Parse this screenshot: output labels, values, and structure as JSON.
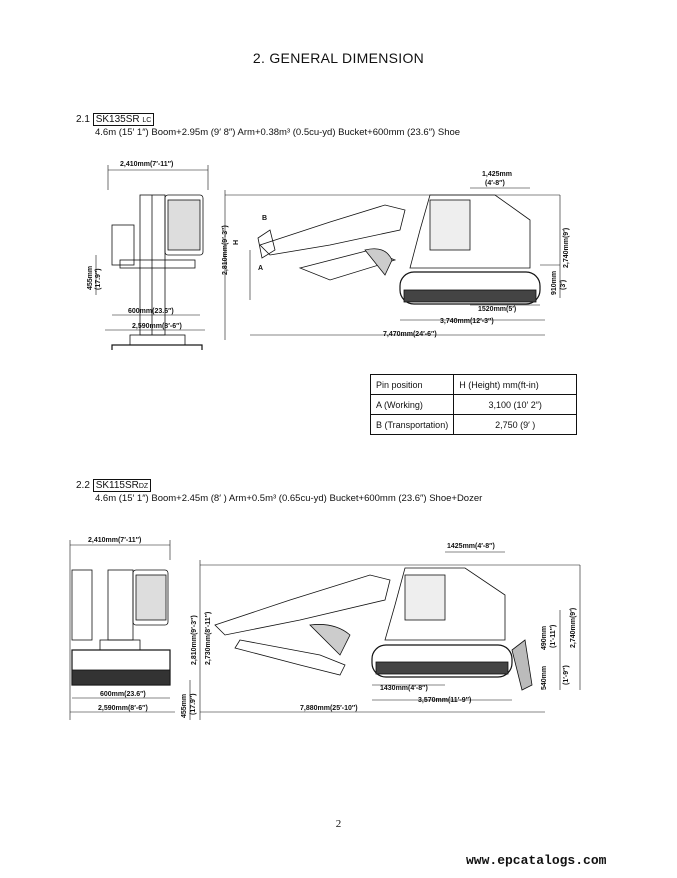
{
  "title": "2.   GENERAL DIMENSION",
  "section1": {
    "number": "2.1",
    "model": "SK135SR",
    "model_suffix": "LC",
    "spec": "4.6m (15′ 1″) Boom+2.95m (9′ 8″) Arm+0.38m³ (0.5cu-yd) Bucket+600mm (23.6″) Shoe",
    "dims": {
      "width_top": "2,410mm(7′-11″)",
      "tail": "1,425mm",
      "tail_ft": "(4′-8″)",
      "height_boom": "2,810mm(9′-3″)",
      "h": "H",
      "height_cab": "2,740mm(9′)",
      "clearance": "455mm",
      "clearance_ft": "(17.9″)",
      "track_height": "910mm",
      "track_height_ft": "(3′)",
      "shoe": "600mm(23.6″)",
      "width_bottom": "2,590mm(8′-6″)",
      "tumbler": "1520mm(5′)",
      "track_length": "3,740mm(12′-3″)",
      "overall_length": "7,470mm(24′-6″)",
      "pin_a": "A",
      "pin_b": "B"
    },
    "pin_table": {
      "header": [
        "Pin position",
        "H (Height)      mm(ft-in)"
      ],
      "rows": [
        [
          "A (Working)",
          "3,100 (10′ 2″)"
        ],
        [
          "B (Transportation)",
          "2,750 (9′ )"
        ]
      ]
    }
  },
  "section2": {
    "number": "2.2",
    "model": "SK115SR",
    "model_suffix": "DZ",
    "spec": "4.6m (15′ 1″) Boom+2.45m (8′ ) Arm+0.5m³ (0.65cu-yd) Bucket+600mm (23.6″) Shoe+Dozer",
    "dims": {
      "width_top": "2,410mm(7′-11″)",
      "tail": "1425mm(4′-8″)",
      "height_boom1": "2,810mm(9′-3″)",
      "height_boom2": "2,730mm(8′-11″)",
      "height_cab": "2,740mm(9′)",
      "blade_up": "490mm",
      "blade_up_ft": "(1′-11″)",
      "blade_down": "540mm",
      "blade_down_ft": "(1′-9″)",
      "clearance": "455mm",
      "clearance_ft": "(17.9″)",
      "shoe": "600mm(23.6″)",
      "width_bottom": "2,590mm(8′-6″)",
      "tumbler": "1430mm(4′-8″)",
      "track_length": "3,570mm(11′-9″)",
      "overall_length": "7,880mm(25′-10″)"
    }
  },
  "page_number": "2",
  "watermark": "www.epcatalogs.com"
}
